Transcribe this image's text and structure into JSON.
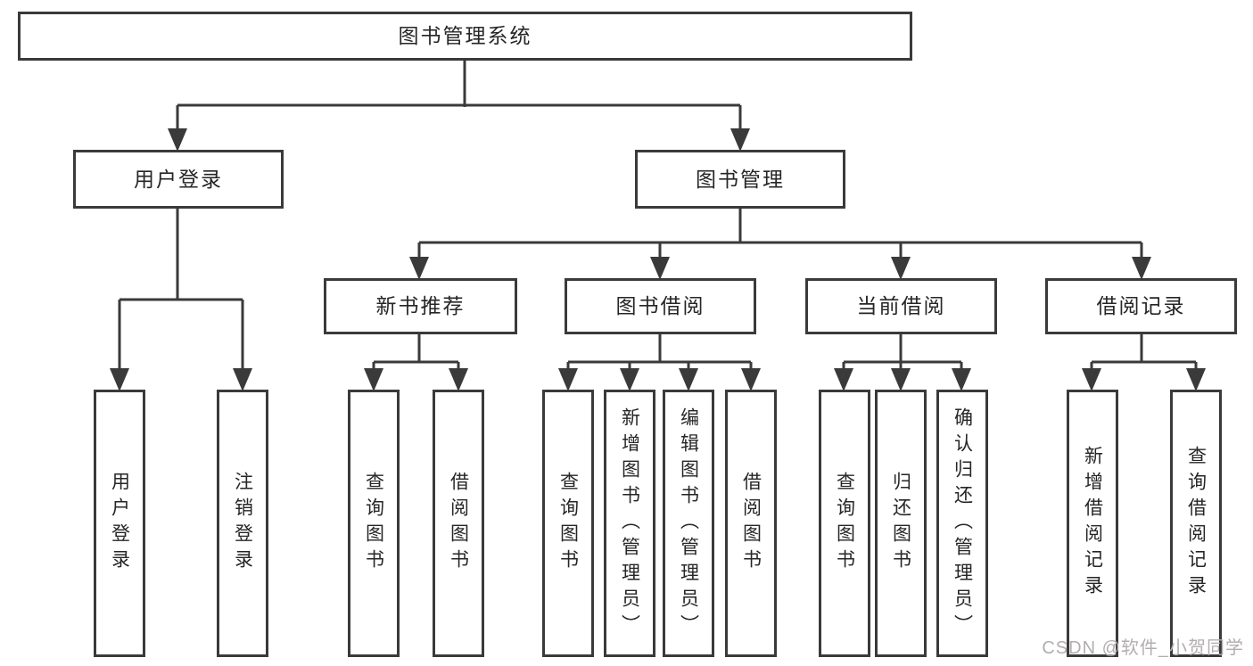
{
  "tree": {
    "label": "图书管理系统",
    "children": [
      {
        "label": "用户登录",
        "children": [
          {
            "label": "用户登录"
          },
          {
            "label": "注销登录"
          }
        ]
      },
      {
        "label": "图书管理",
        "children": [
          {
            "label": "新书推荐",
            "children": [
              {
                "label": "查询图书"
              },
              {
                "label": "借阅图书"
              }
            ]
          },
          {
            "label": "图书借阅",
            "children": [
              {
                "label": "查询图书"
              },
              {
                "label": "新增图书（管理员）"
              },
              {
                "label": "编辑图书（管理员）"
              },
              {
                "label": "借阅图书"
              }
            ]
          },
          {
            "label": "当前借阅",
            "children": [
              {
                "label": "查询图书"
              },
              {
                "label": "归还图书"
              },
              {
                "label": "确认归还（管理员）"
              }
            ]
          },
          {
            "label": "借阅记录",
            "children": [
              {
                "label": "新增借阅记录"
              },
              {
                "label": "查询借阅记录"
              }
            ]
          }
        ]
      }
    ]
  },
  "watermark": "CSDN @软件_小贺同学",
  "colors": {
    "line": "#3a3a3a",
    "text": "#262626",
    "watermark": "#b3aeae",
    "background": "#ffffff"
  }
}
